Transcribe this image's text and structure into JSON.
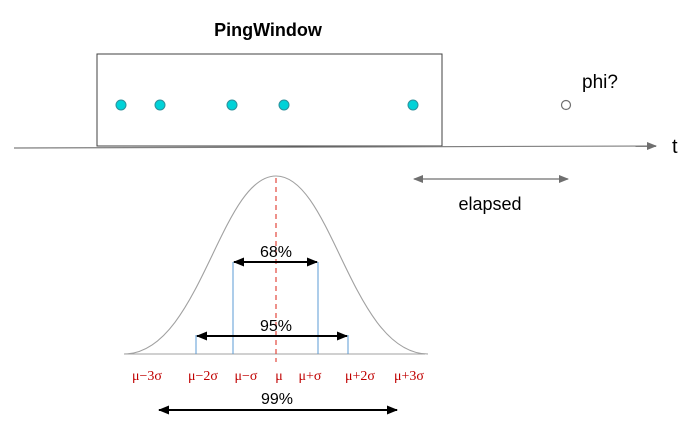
{
  "diagram": {
    "window_title": "PingWindow",
    "time_axis_label": "t",
    "phi_label": "phi?",
    "elapsed_label": "elapsed",
    "ping_count": 5,
    "pct_68": "68%",
    "pct_95": "95%",
    "pct_99": "99%",
    "ticks": [
      "μ−3σ",
      "μ−2σ",
      "μ−σ",
      "μ",
      "μ+σ",
      "μ+2σ",
      "μ+3σ"
    ],
    "colors": {
      "ping_fill": "#00d2d8",
      "ping_stroke": "#2d8f9a",
      "mean_line": "#e2483c",
      "sigma_lines": "#5b9bd5",
      "tick_text": "#c00000",
      "curve": "#a0a0a0",
      "axis": "#7f7f7f",
      "arrow_black": "#000000"
    }
  }
}
